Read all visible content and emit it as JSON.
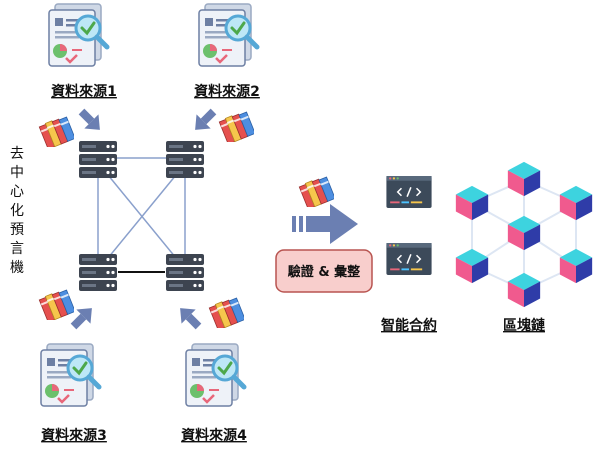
{
  "sources": [
    {
      "label": "資料來源1"
    },
    {
      "label": "資料來源2"
    },
    {
      "label": "資料來源3"
    },
    {
      "label": "資料來源4"
    }
  ],
  "oracle": {
    "label_chars": [
      "去",
      "中",
      "心",
      "化",
      "預",
      "言",
      "機"
    ]
  },
  "process": {
    "label": "驗證 & 彙整"
  },
  "smart_contract": {
    "label": "智能合約"
  },
  "blockchain": {
    "label": "區塊鏈"
  },
  "colors": {
    "arrow": "#6b7fb2",
    "link": "#8aa0cc",
    "server": "#3d4450",
    "server_light": "#6b7585",
    "process_fill": "#f8cecc",
    "process_stroke": "#b85450",
    "cube_pink": "#f05a8e",
    "cube_blue": "#2f3ca8",
    "cube_teal": "#3dd3df",
    "hex_line": "#dde6f3",
    "code_bg": "#3c4a5a"
  },
  "icons": [
    "document-icon",
    "magnifier-check-icon",
    "server-icon",
    "books-icon",
    "code-window-icon",
    "cube-icon"
  ]
}
